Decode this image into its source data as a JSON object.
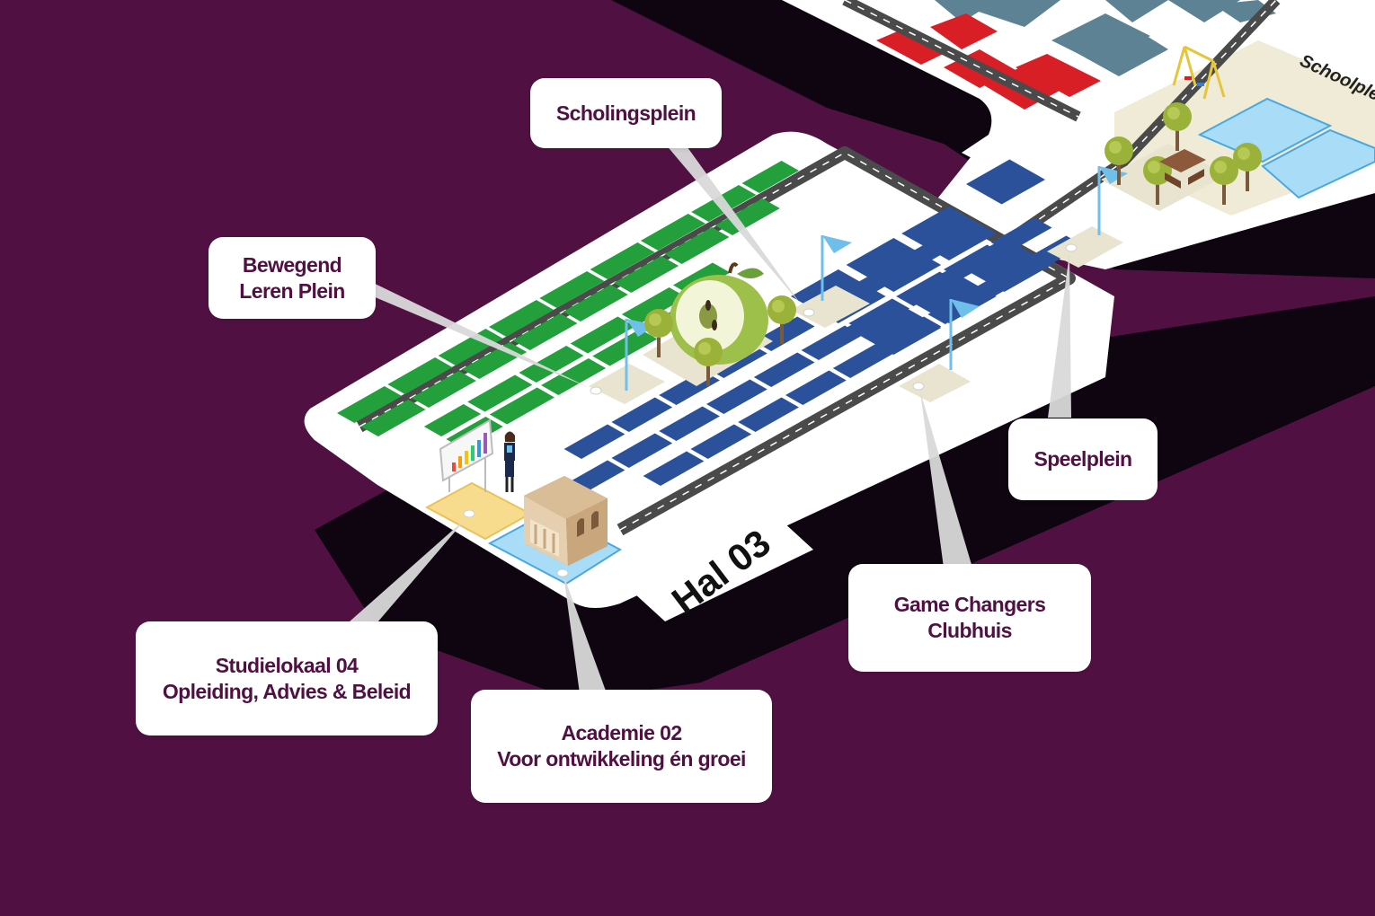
{
  "map": {
    "hall_name": "Hal 03",
    "school_plaza_street": "Schoolplein",
    "colors": {
      "background": "#501142",
      "shadow": "#0e0510",
      "floor": "#ffffff",
      "green_stands": "#23a03c",
      "blue_stands": "#2c519b",
      "grey_stands": "#5d8294",
      "red_stands": "#d91f26",
      "light_blue_zone": "#a9dcf6",
      "yellow_zone": "#f8dc8e",
      "beige_zone": "#e8e4cf",
      "road": "#4a4a4a",
      "label_text": "#501142"
    },
    "locations": [
      {
        "id": "scholingsplein",
        "lines": [
          "Scholingsplein"
        ],
        "icon": "flag-icon"
      },
      {
        "id": "bewegend-leren-plein",
        "lines": [
          "Bewegend",
          "Leren Plein"
        ],
        "icon": "apple-icon"
      },
      {
        "id": "speelplein",
        "lines": [
          "Speelplein"
        ],
        "icon": "playground-icon"
      },
      {
        "id": "game-changers-clubhuis",
        "lines": [
          "Game Changers",
          "Clubhuis"
        ],
        "icon": "flag-icon"
      },
      {
        "id": "studielokaal-04",
        "lines": [
          "Studielokaal 04",
          "Opleiding, Advies & Beleid"
        ],
        "icon": "presenter-icon"
      },
      {
        "id": "academie-02",
        "lines": [
          "Academie 02",
          "Voor ontwikkeling én groei"
        ],
        "icon": "academy-building-icon"
      }
    ]
  }
}
